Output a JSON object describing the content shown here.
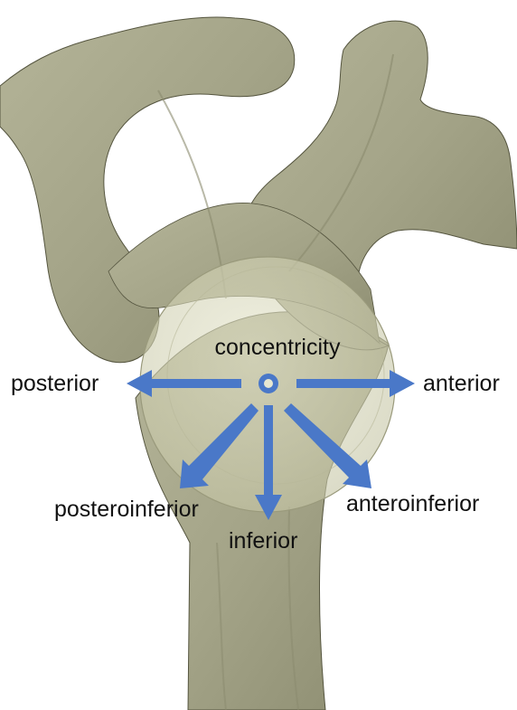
{
  "labels": {
    "center": "concentricity",
    "posterior": "posterior",
    "anterior": "anterior",
    "posteroinferior": "posteroinferior",
    "inferior": "inferior",
    "anteroinferior": "anteroinferior"
  },
  "colors": {
    "bone": "#a8a88c",
    "bone_shadow": "#838368",
    "bone_outline": "#55553f",
    "glenoid": "#dcdcbe",
    "arrow": "#4a78c8",
    "label": "#111111",
    "background": "#ffffff"
  }
}
